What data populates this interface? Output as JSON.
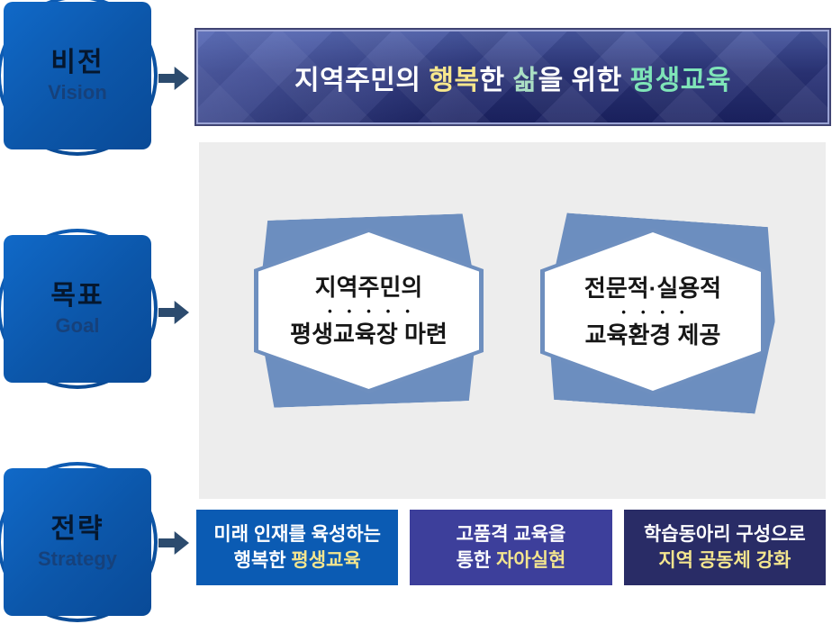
{
  "diagram_title": "비전/목표/전략 체계도",
  "colors": {
    "badge_blue": "#0c56a9",
    "arrow_slate": "#2c4b6e",
    "banner_navy": "#1b2262",
    "panel_gray": "#ededed",
    "hexagon_slate_blue": "#6e8fbf",
    "highlight_yellow": "#f3e58e",
    "highlight_mint": "#7fe5b8"
  },
  "rows": {
    "vision": {
      "badge": {
        "ko": "비전",
        "en": "Vision"
      },
      "banner": {
        "segments": [
          {
            "text": "지역주민의 ",
            "color": "#ffffff"
          },
          {
            "text": "행복",
            "color": "#f7e78d"
          },
          {
            "text": "한 ",
            "color": "#ffffff"
          },
          {
            "text": "삶",
            "color": "#aadfc4"
          },
          {
            "text": "을 위한 ",
            "color": "#ffffff"
          },
          {
            "text": "평생교육",
            "color": "#7fe5b8"
          }
        ]
      }
    },
    "goal": {
      "badge": {
        "ko": "목표",
        "en": "Goal"
      },
      "hexagons": [
        {
          "line1": "지역주민의",
          "dots": "•••••",
          "line2": "평생교육장 마련"
        },
        {
          "line1": "전문적·실용적",
          "dots": "••••",
          "line2": "교육환경 제공"
        }
      ]
    },
    "strategy": {
      "badge": {
        "ko": "전략",
        "en": "Strategy"
      },
      "boxes": [
        {
          "bg": "#0b5bb3",
          "line1": "미래 인재를 육성하는",
          "line2_normal": "행복한 ",
          "line2_highlight": "평생교육",
          "highlight_color": "#f3e58e"
        },
        {
          "bg": "#3d3f9b",
          "line1": "고품격 교육을",
          "line2_normal": "통한 ",
          "line2_highlight": "자아실현",
          "highlight_color": "#f3e58e"
        },
        {
          "bg": "#292c66",
          "line1": "학습동아리 구성으로",
          "line2_normal": "",
          "line2_highlight": "지역 공동체 강화",
          "highlight_color": "#f3e58e"
        }
      ]
    }
  }
}
